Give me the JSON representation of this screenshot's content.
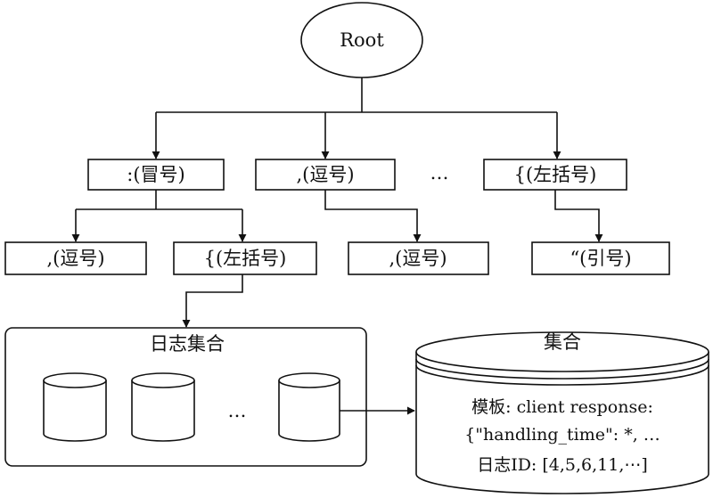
{
  "root": {
    "label": "Root"
  },
  "level1": [
    {
      "label": ":(冒号)"
    },
    {
      "label": ",(逗号)"
    },
    {
      "label": "{(左括号)"
    }
  ],
  "level1_ellipsis": "…",
  "level2": [
    {
      "label": ",(逗号)"
    },
    {
      "label": "{(左括号)"
    },
    {
      "label": ",(逗号)"
    },
    {
      "label": "“(引号)"
    }
  ],
  "log_collection": {
    "title": "日志集合",
    "ellipsis": "…"
  },
  "collection": {
    "title": "集合",
    "template_line1": "模板: client response:",
    "template_line2": "{\"handling_time\": *, …",
    "log_ids": "日志ID: [4,5,6,11,⋯]"
  }
}
